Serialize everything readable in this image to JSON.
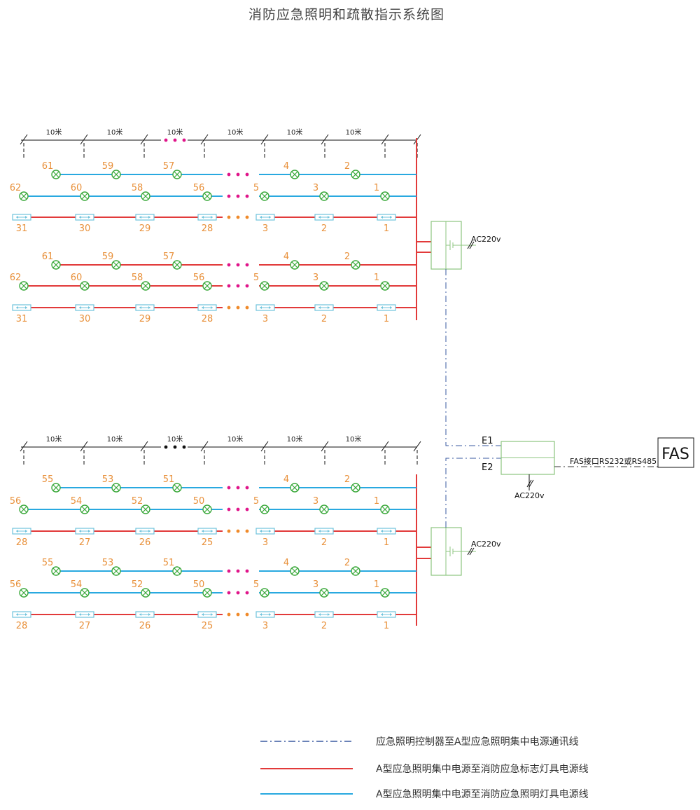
{
  "title": "消防应急照明和疏散指示系统图",
  "dimension_label": "10米",
  "colors": {
    "blue_line": "#29a9e0",
    "red_line": "#e23a3a",
    "fixture_green": "#3aa83a",
    "box_green": "#8cc47f",
    "comm_line": "#3a5aa0",
    "sign_box": "#6fc3dc",
    "label_orange": "#e8903a",
    "dot_magenta": "#e0158a",
    "dot_orange": "#f08a2a",
    "dot_black": "#111111"
  },
  "icons": {
    "fixture": "emergency-light-icon",
    "sign": "exit-sign-icon",
    "battery": "battery-icon"
  },
  "sections": [
    {
      "groups": [
        {
          "light_row_a": [
            "61",
            "59",
            "57",
            "4",
            "2"
          ],
          "light_row_b": [
            "62",
            "60",
            "58",
            "56",
            "5",
            "3",
            "1"
          ],
          "sign_row": [
            "31",
            "30",
            "29",
            "28",
            "3",
            "2",
            "1"
          ]
        },
        {
          "light_row_a": [
            "61",
            "59",
            "57",
            "4",
            "2"
          ],
          "light_row_b": [
            "62",
            "60",
            "58",
            "56",
            "5",
            "3",
            "1"
          ],
          "sign_row": [
            "31",
            "30",
            "29",
            "28",
            "3",
            "2",
            "1"
          ]
        }
      ]
    },
    {
      "groups": [
        {
          "light_row_a": [
            "55",
            "53",
            "51",
            "4",
            "2"
          ],
          "light_row_b": [
            "56",
            "54",
            "52",
            "50",
            "5",
            "3",
            "1"
          ],
          "sign_row": [
            "28",
            "27",
            "26",
            "25",
            "3",
            "2",
            "1"
          ]
        },
        {
          "light_row_a": [
            "55",
            "53",
            "51",
            "4",
            "2"
          ],
          "light_row_b": [
            "56",
            "54",
            "52",
            "50",
            "5",
            "3",
            "1"
          ],
          "sign_row": [
            "28",
            "27",
            "26",
            "25",
            "3",
            "2",
            "1"
          ]
        }
      ]
    }
  ],
  "power_label": "AC220v",
  "controller": {
    "port1": "E1",
    "port2": "E2",
    "power": "AC220v",
    "fas_link": "FAS接口RS232或RS485",
    "fas": "FAS"
  },
  "legend": [
    {
      "style": "dashdot",
      "text": "应急照明控制器至A型应急照明集中电源通讯线"
    },
    {
      "style": "red",
      "text": "A型应急照明集中电源至消防应急标志灯具电源线"
    },
    {
      "style": "blue",
      "text": "A型应急照明集中电源至消防应急照明灯具电源线"
    }
  ]
}
